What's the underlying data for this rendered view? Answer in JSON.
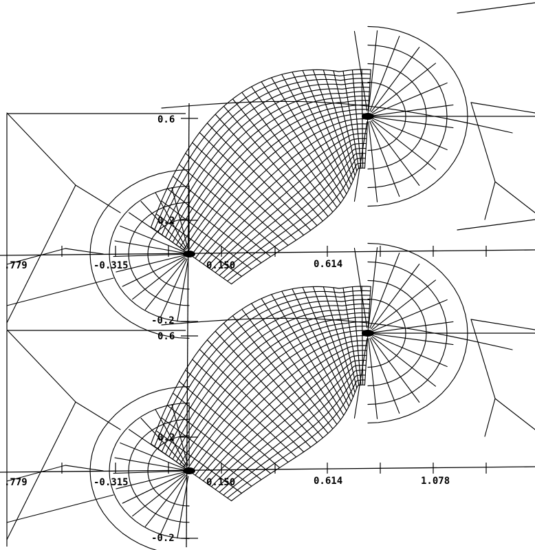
{
  "figure": {
    "x_tick_labels": [
      ".779",
      "-0.315",
      "0.150",
      "0.614",
      "1.078"
    ],
    "y_tick_labels": [
      "0.6",
      "0.2",
      "-0.2"
    ],
    "blade_count": 2,
    "colors": {
      "ink": "#000000",
      "paper": "#ffffff"
    }
  }
}
